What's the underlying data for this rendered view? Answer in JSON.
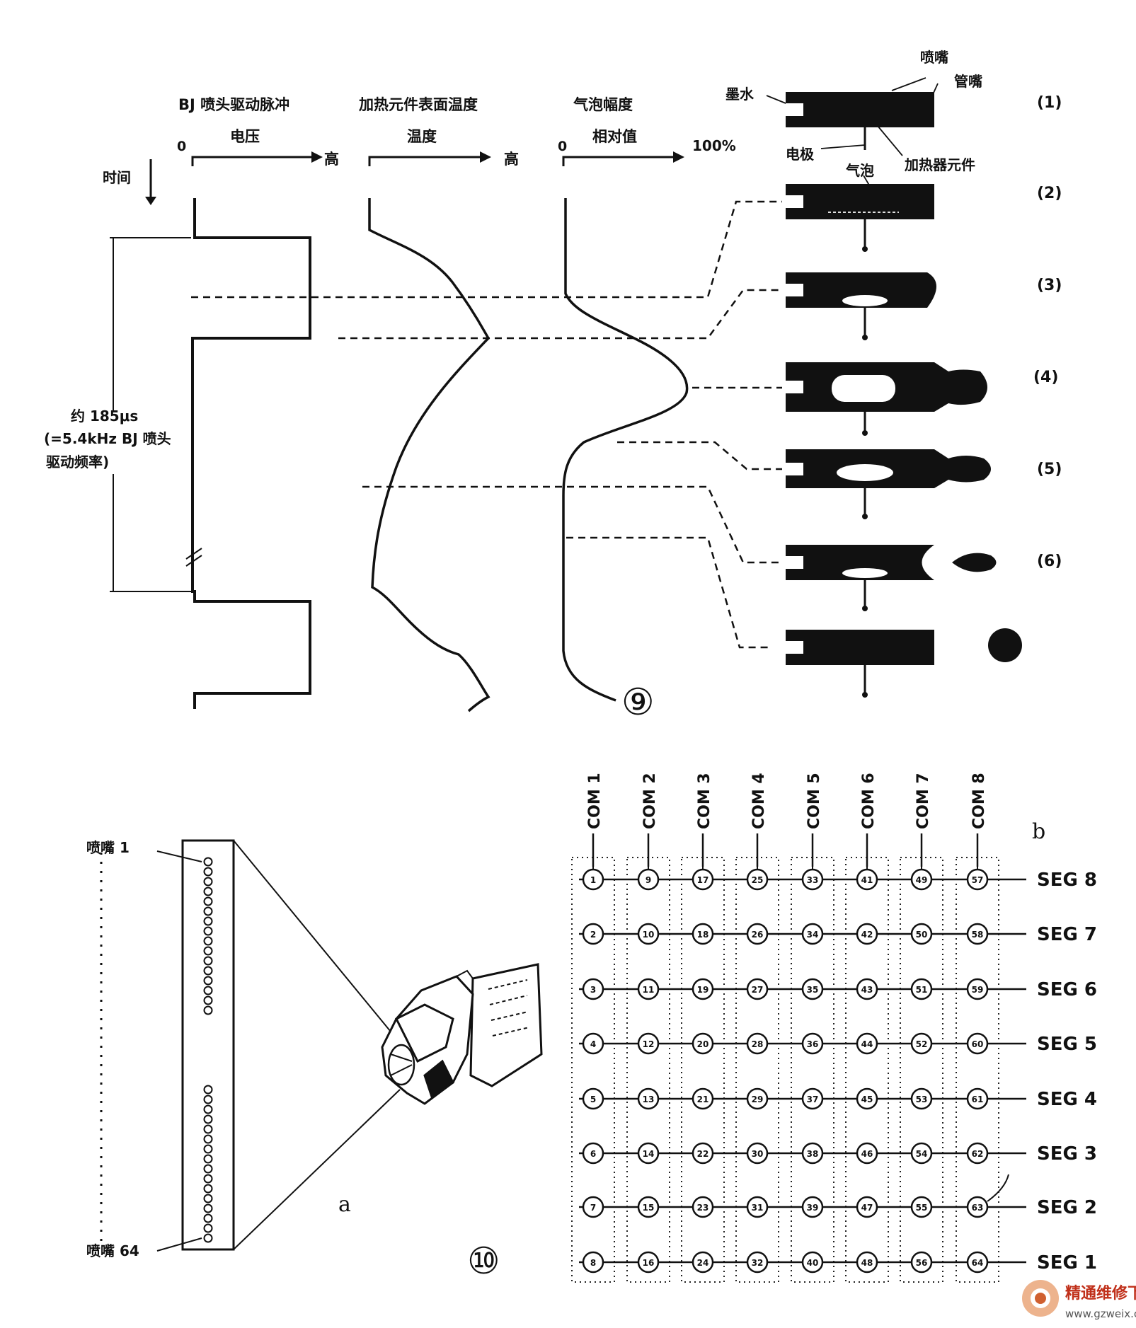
{
  "figure9": {
    "number": "⑨",
    "col_pulse": {
      "title": "BJ 喷头驱动脉冲",
      "axis": "电压",
      "zero": "0",
      "high": "高"
    },
    "col_temp": {
      "title": "加热元件表面温度",
      "axis": "温度",
      "high": "高"
    },
    "col_bubble": {
      "title": "气泡幅度",
      "axis": "相对值",
      "zero": "0",
      "max": "100%"
    },
    "time_label": "时间",
    "period": {
      "line1": "约 185μs",
      "line2": "(=5.4kHz BJ 喷头",
      "line3": "驱动频率)"
    },
    "nozzle_labels": {
      "nozzle": "喷嘴",
      "tube": "管嘴",
      "ink": "墨水",
      "electrode": "电极",
      "heater": "加热器元件",
      "bubble": "气泡"
    },
    "steps": [
      "(1)",
      "(2)",
      "(3)",
      "(4)",
      "(5)",
      "(6)"
    ]
  },
  "figure10": {
    "number": "⑩",
    "label_a": "a",
    "label_b": "b",
    "nozzle_first": "喷嘴 1",
    "nozzle_last": "喷嘴 64",
    "com_labels": [
      "COM 1",
      "COM 2",
      "COM 3",
      "COM 4",
      "COM 5",
      "COM 6",
      "COM 7",
      "COM 8"
    ],
    "seg_labels": [
      "SEG 8",
      "SEG 7",
      "SEG 6",
      "SEG 5",
      "SEG 4",
      "SEG 3",
      "SEG 2",
      "SEG 1"
    ],
    "matrix_numbers": [
      [
        "1",
        "9",
        "17",
        "25",
        "33",
        "41",
        "49",
        "57"
      ],
      [
        "2",
        "10",
        "18",
        "26",
        "34",
        "42",
        "50",
        "58"
      ],
      [
        "3",
        "11",
        "19",
        "27",
        "35",
        "43",
        "51",
        "59"
      ],
      [
        "4",
        "12",
        "20",
        "28",
        "36",
        "44",
        "52",
        "60"
      ],
      [
        "5",
        "13",
        "21",
        "29",
        "37",
        "45",
        "53",
        "61"
      ],
      [
        "6",
        "14",
        "22",
        "30",
        "38",
        "46",
        "54",
        "62"
      ],
      [
        "7",
        "15",
        "23",
        "31",
        "39",
        "47",
        "55",
        "63"
      ],
      [
        "8",
        "16",
        "24",
        "32",
        "40",
        "48",
        "56",
        "64"
      ]
    ]
  },
  "watermark": {
    "name": "精通维修下载",
    "url": "www.gzweix.com"
  }
}
